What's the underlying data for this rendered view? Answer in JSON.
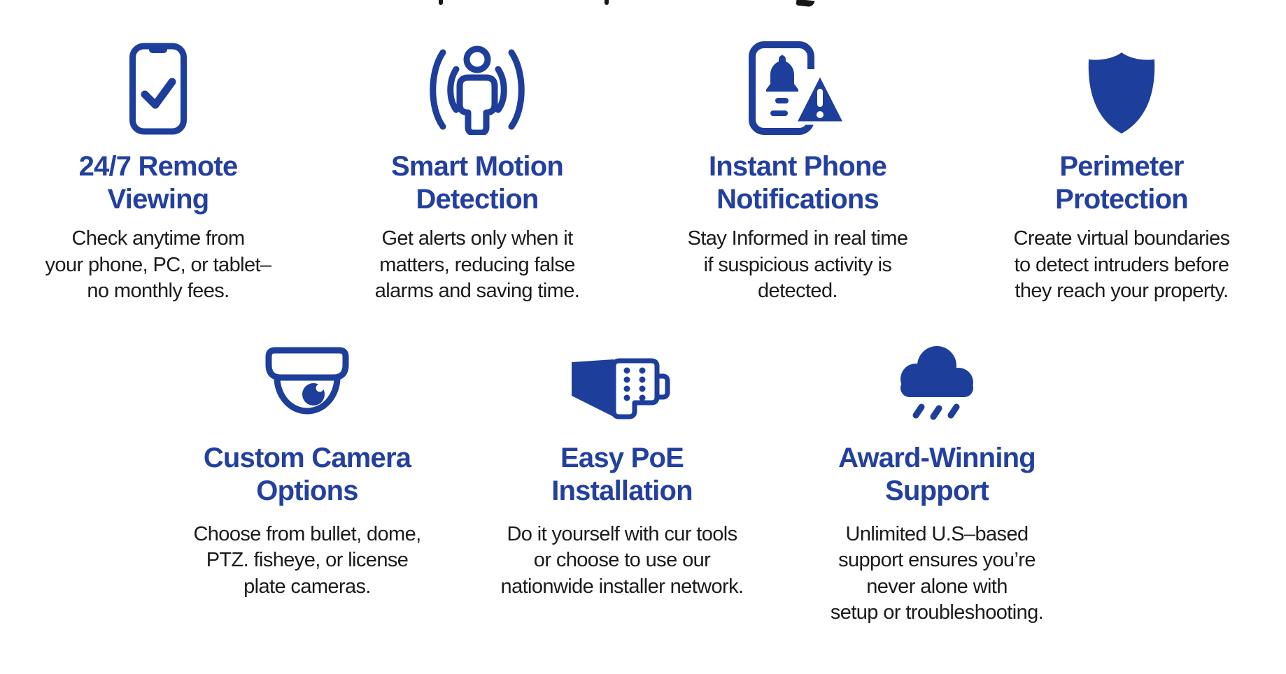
{
  "palette": {
    "accent_blue": "#2340a0",
    "icon_blue": "#1e3e9b",
    "text_dark": "#1b1b1d",
    "background": "#ffffff"
  },
  "features": [
    {
      "id": "remote-viewing",
      "icon": "phone-check-icon",
      "title": "24/7 Remote\nViewing",
      "description": "Check anytime from\nyour phone, PC, or tablet–\nno monthly fees."
    },
    {
      "id": "motion-detection",
      "icon": "motion-waves-icon",
      "title": "Smart Motion\nDetection",
      "description": "Get alerts only when it\nmatters, reducing false\nalarms and saving time."
    },
    {
      "id": "phone-notifications",
      "icon": "phone-alert-icon",
      "title": "Instant Phone\nNotifications",
      "description": "Stay Informed in real time\nif suspicious activity is\ndetected."
    },
    {
      "id": "perimeter-protection",
      "icon": "shield-icon",
      "title": "Perimeter\nProtection",
      "description": "Create virtual boundaries\nto detect intruders before\nthey reach your property."
    },
    {
      "id": "custom-cameras",
      "icon": "dome-camera-icon",
      "title": "Custom Camera\nOptions",
      "description": "Choose from bullet, dome,\nPTZ. fisheye, or license\nplate cameras."
    },
    {
      "id": "poe-installation",
      "icon": "poe-connector-icon",
      "title": "Easy PoE\nInstallation",
      "description": "Do it yourself with cur tools\nor choose to use our\nnationwide installer network."
    },
    {
      "id": "support",
      "icon": "cloud-rain-icon",
      "title": "Award-Winning\nSupport",
      "description": "Unlimited U.S–based\nsupport ensures you’re\nnever alone with\nsetup or troubleshooting."
    }
  ]
}
